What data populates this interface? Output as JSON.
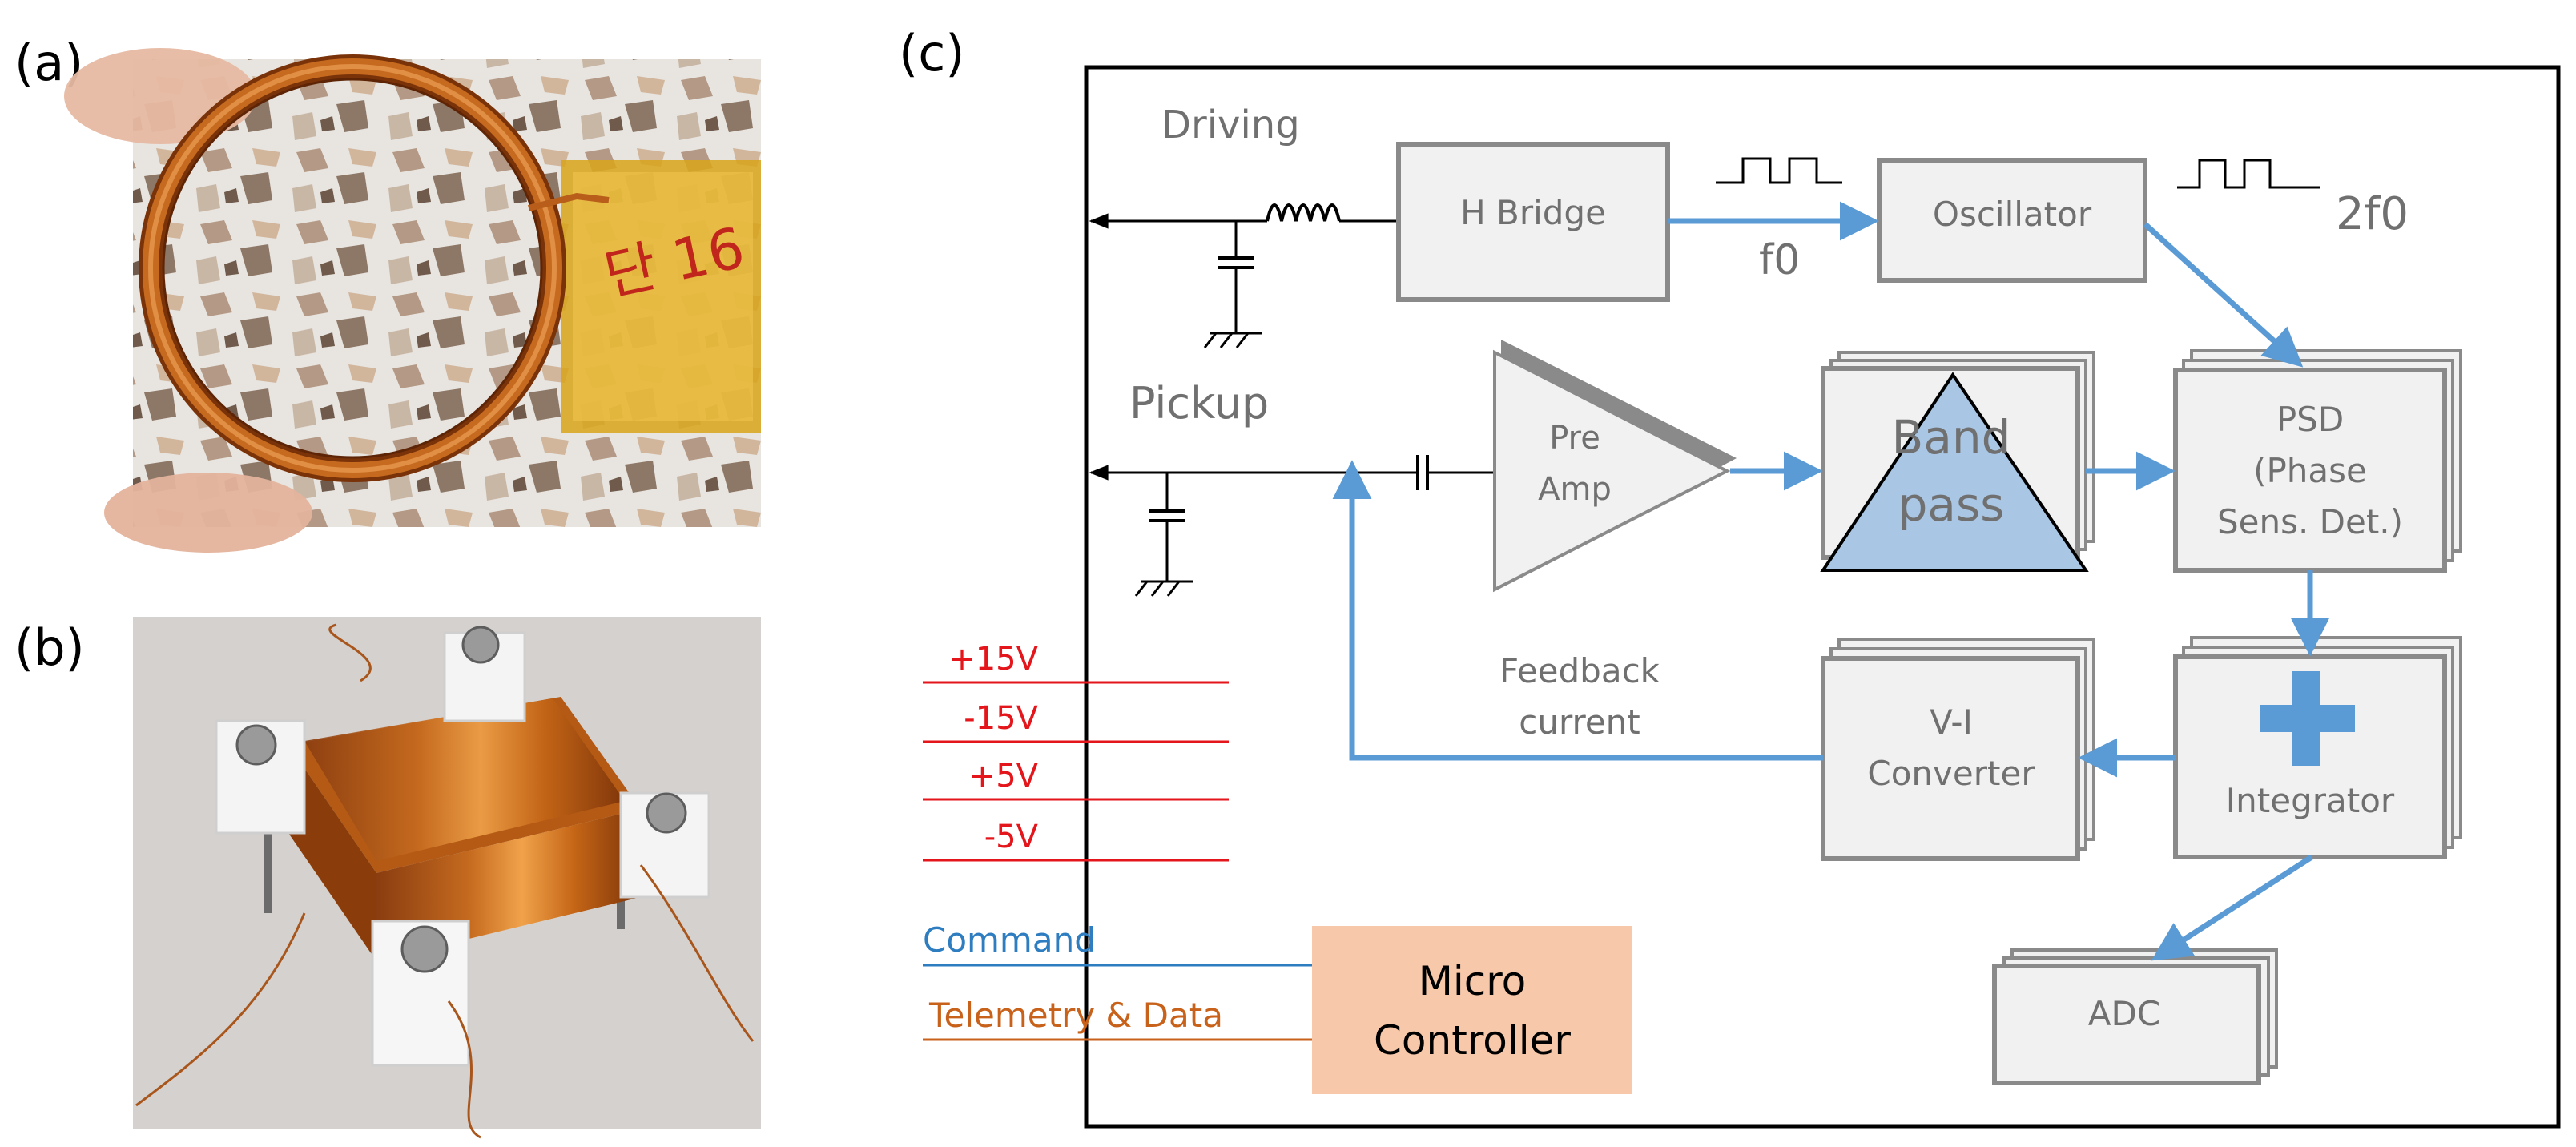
{
  "panels": {
    "a": {
      "label": "(a)"
    },
    "b": {
      "label": "(b)"
    },
    "c": {
      "label": "(c)"
    }
  },
  "photos": {
    "a": {
      "handwriting": "단 16"
    }
  },
  "diagram": {
    "driving": "Driving",
    "pickup": "Pickup",
    "h_bridge": "H Bridge",
    "oscillator": "Oscillator",
    "f0": "f0",
    "two_f0": "2f0",
    "pre_amp_line1": "Pre",
    "pre_amp_line2": "Amp",
    "band_line1": "Band",
    "band_line2": "pass",
    "psd_line1": "PSD",
    "psd_line2": "(Phase",
    "psd_line3": "Sens. Det.)",
    "feedback_line1": "Feedback",
    "feedback_line2": "current",
    "vi_line1": "V-I",
    "vi_line2": "Converter",
    "integrator": "Integrator",
    "adc": "ADC",
    "mcu_line1": "Micro",
    "mcu_line2": "Controller",
    "command": "Command",
    "telemetry": "Telemetry & Data",
    "rails": [
      "+15V",
      "-15V",
      "+5V",
      "-5V"
    ]
  },
  "colors": {
    "box_fill": "#f1f1f1",
    "box_stroke": "#8a8a8a",
    "box_text": "#707070",
    "signal_blue": "#5b9bd5",
    "band_fill": "#a9c6e4",
    "rail_red": "#e5161b",
    "command_blue": "#2e7dc0",
    "telemetry_orange": "#c8621b",
    "mcu_fill": "#f7c8a9"
  }
}
